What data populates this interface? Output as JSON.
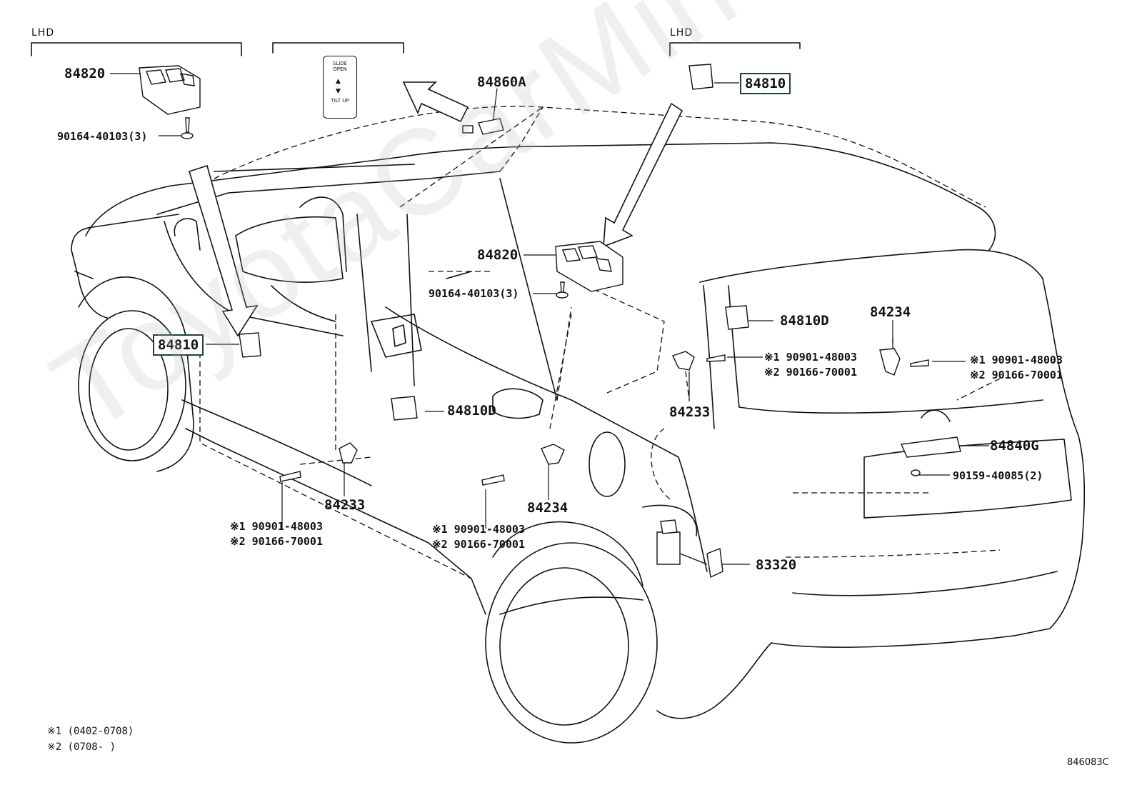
{
  "headers": {
    "lhd_left": "LHD",
    "lhd_right": "LHD"
  },
  "switch_panel": {
    "top_text": "SLIDE OPEN",
    "bottom_text": "TILT UP"
  },
  "parts": {
    "p84820_top": "84820",
    "p90164_top": "90164-40103(3)",
    "p84860a": "84860A",
    "p84810_top": "84810",
    "p84820_mid": "84820",
    "p90164_mid": "90164-40103(3)",
    "p84810_left": "84810",
    "p84810d_mid": "84810D",
    "p84810d_right": "84810D",
    "p84234_right": "84234",
    "p84233_right": "84233",
    "p84233_left": "84233",
    "p84234_mid": "84234",
    "p84840g": "84840G",
    "p90159": "90159-40085(2)",
    "p83320": "83320"
  },
  "callouts": {
    "mid_right_1": "※1 90901-48003",
    "mid_right_2": "※2 90166-70001",
    "far_right_1": "※1 90901-48003",
    "far_right_2": "※2 90166-70001",
    "bottom_left_1": "※1 90901-48003",
    "bottom_left_2": "※2 90166-70001",
    "bottom_mid_1": "※1 90901-48003",
    "bottom_mid_2": "※2 90166-70001"
  },
  "notes": {
    "note1": "※1 (0402-0708)",
    "note2": "※2 (0708-      )"
  },
  "figure_ref": "846083C",
  "watermark": "ToyotaCarMine.ru"
}
